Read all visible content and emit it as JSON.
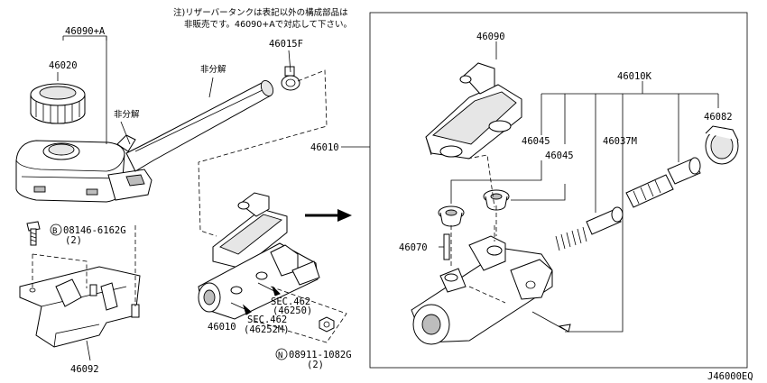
{
  "note": {
    "line1": "注)リザーバータンクは表記以外の構成部品は",
    "line2": "非販売です。46090+Aで対応して下さい。"
  },
  "labels": {
    "p46090A": "46090+A",
    "p46020": "46020",
    "hibunkai_left": "非分解",
    "hibunkai_top": "非分解",
    "p46015F": "46015F",
    "p46010_left": "46010",
    "p46010_bottom": "46010",
    "p46090": "46090",
    "p46010K": "46010K",
    "p46082": "46082",
    "p46045_a": "46045",
    "p46045_b": "46045",
    "p46037M": "46037M",
    "p46070": "46070",
    "bolt_code": "08146-6162G",
    "bolt_qty": "(2)",
    "nut_code": "08911-1082G",
    "nut_qty": "(2)",
    "sec1_a": "SEC.462",
    "sec1_b": "(46250)",
    "sec2_a": "SEC.462",
    "sec2_b": "(46252M)",
    "p46092": "46092",
    "ref": "J46000EQ"
  },
  "symbols": {
    "bolt_prefix": "B",
    "nut_prefix": "N"
  }
}
